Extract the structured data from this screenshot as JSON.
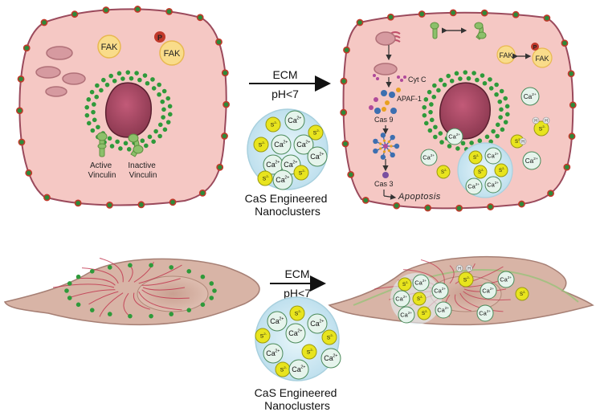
{
  "top": {
    "left_cell": {
      "fak": "FAK",
      "p": "P",
      "fak_p": "FAK",
      "active_vinculin": [
        "Active",
        "Vinculin"
      ],
      "inactive_vinculin": [
        "Inactive",
        "Vinculin"
      ]
    },
    "arrow": {
      "line1": "ECM",
      "line2": "pH<7"
    },
    "nanocluster_caption": [
      "CaS Engineered",
      "Nanoclusters"
    ],
    "right_cell": {
      "cyt_c": "Cyt C",
      "apaf": "APAF-1",
      "cas9": "Cas 9",
      "cas3": "Cas 3",
      "apoptosis": "Apoptosis",
      "fak1": "FAK",
      "fak2": "FAK",
      "p": "P"
    }
  },
  "bottom": {
    "arrow": {
      "line1": "ECM",
      "line2": "pH<7"
    },
    "nanocluster_caption": [
      "CaS Engineered",
      "Nanoclusters"
    ]
  },
  "ions": {
    "ca": "Ca",
    "ca_sup": "2+",
    "s": "S",
    "s_sup": "2-",
    "h": "H"
  },
  "colors": {
    "cell_fill": "#f5c8c4",
    "cell_border": "#9b4a5c",
    "nucleus": "#a84a62",
    "dots": "#2e9a3a",
    "ca_fill": "#e6f4ec",
    "s_fill": "#e8e41e",
    "flat_cell": "#d8b4a6",
    "nano_bg": "#cfe8f2"
  }
}
